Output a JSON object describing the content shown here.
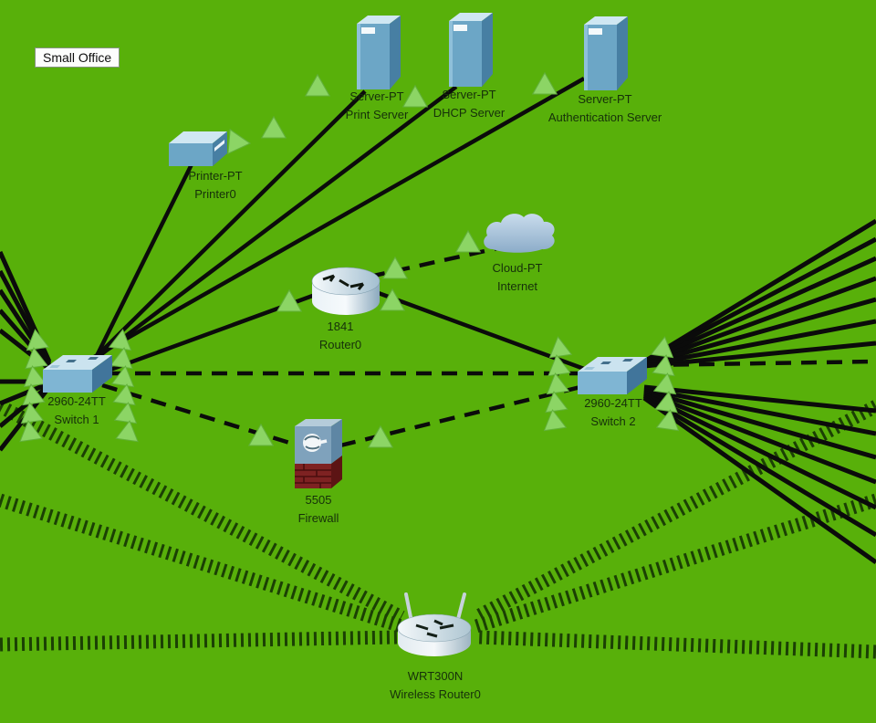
{
  "title": "Small Office",
  "colors": {
    "background": "#58B00A",
    "link": "#0B0B0B",
    "wireless_signal": "#1B4004",
    "activity_triangle": "#8CD565",
    "activity_triangle_edge": "#63B13C",
    "label_text": "#16300A",
    "device_blue": "#6CA6C6",
    "firewall_brick": "#7E2222"
  },
  "devices": {
    "print_server": {
      "model": "Server-PT",
      "name": "Print Server"
    },
    "dhcp_server": {
      "model": "Server-PT",
      "name": "DHCP Server"
    },
    "auth_server": {
      "model": "Server-PT",
      "name": "Authentication Server"
    },
    "printer0": {
      "model": "Printer-PT",
      "name": "Printer0"
    },
    "internet": {
      "model": "Cloud-PT",
      "name": "Internet"
    },
    "router0": {
      "model": "1841",
      "name": "Router0"
    },
    "switch1": {
      "model": "2960-24TT",
      "name": "Switch 1"
    },
    "switch2": {
      "model": "2960-24TT",
      "name": "Switch 2"
    },
    "firewall": {
      "model": "5505",
      "name": "Firewall"
    },
    "wireless_router0": {
      "model": "WRT300N",
      "name": "Wireless Router0"
    }
  },
  "connections": [
    {
      "from": "Switch 1",
      "to": "Printer0",
      "style": "solid"
    },
    {
      "from": "Switch 1",
      "to": "Print Server",
      "style": "solid"
    },
    {
      "from": "Switch 1",
      "to": "DHCP Server",
      "style": "solid"
    },
    {
      "from": "Switch 1",
      "to": "Authentication Server",
      "style": "solid"
    },
    {
      "from": "Switch 1",
      "to": "Router0",
      "style": "solid"
    },
    {
      "from": "Router0",
      "to": "Switch 2",
      "style": "solid"
    },
    {
      "from": "Router0",
      "to": "Internet",
      "style": "dashed"
    },
    {
      "from": "Switch 1",
      "to": "Switch 2",
      "style": "dashed"
    },
    {
      "from": "Switch 1",
      "to": "Firewall",
      "style": "dashed"
    },
    {
      "from": "Firewall",
      "to": "Switch 2",
      "style": "dashed"
    },
    {
      "from": "Switch 2",
      "to": "off-screen right",
      "style": "dashed"
    },
    {
      "from": "Switch 1",
      "to": "off-screen left devices",
      "style": "solid-bundle"
    },
    {
      "from": "Switch 2",
      "to": "off-screen right devices",
      "style": "solid-bundle"
    },
    {
      "from": "Wireless Router0",
      "to": "off-screen wireless clients",
      "style": "wireless"
    }
  ]
}
